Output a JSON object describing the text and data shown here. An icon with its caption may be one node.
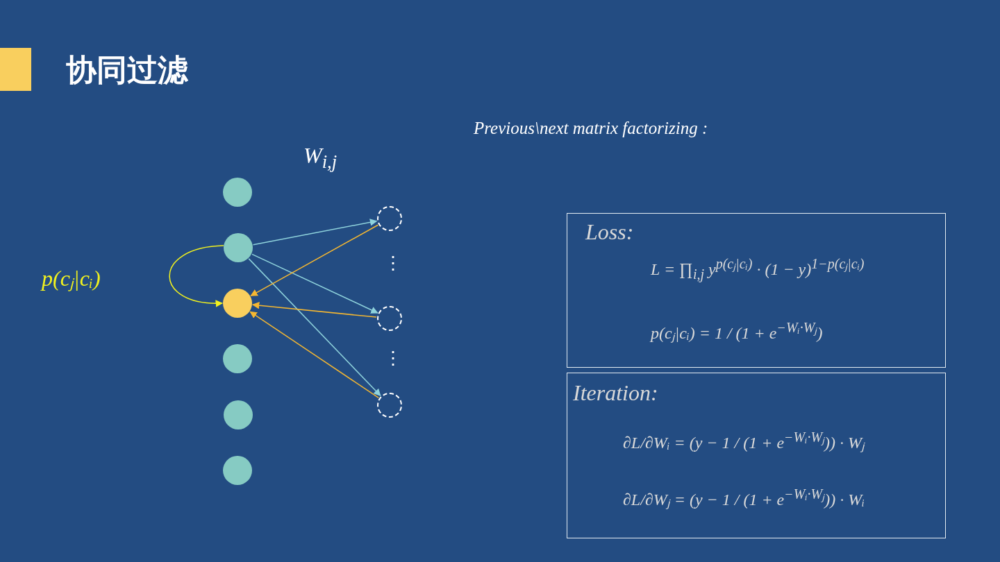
{
  "diagram": {
    "title": "协同过滤",
    "nodes": [
      {
        "text": [],
        "shape": "circle"
      },
      {
        "text": [],
        "shape": "circle"
      },
      {
        "text": [],
        "shape": "circle"
      },
      {
        "text": [],
        "shape": "circle"
      },
      {
        "text": [],
        "shape": "circle"
      },
      {
        "text": [],
        "shape": "circle"
      },
      {
        "text": [],
        "shape": "circle"
      },
      {
        "text": [],
        "shape": "circle"
      },
      {
        "text": [],
        "shape": "circle"
      },
      {
        "text": [
          "Loss:",
          "L = ∏$_{i,j}$ y$^{p(cⱼ|cᵢ)}$ · (1 − y)$^{1−p(cⱼ|cᵢ)}$",
          "p(cⱼ|cᵢ) = 1 / (1 + e$^{−Wᵢ·Wⱼ}$)"
        ]
      },
      {
        "text": [
          "Iteration:",
          "∂L/∂Wᵢ = (y − 1 / (1 + e$^{−Wᵢ·Wⱼ}$)) · Wⱼ",
          "∂L/∂Wⱼ = (y − 1 / (1 + e$^{−Wᵢ·Wⱼ}$)) · Wᵢ"
        ]
      }
    ],
    "edges": [
      {
        "from": 1,
        "to": 6,
        "arrow": "to",
        "color": "#8fd3dc"
      },
      {
        "from": 1,
        "to": 7,
        "arrow": "to",
        "color": "#8fd3dc"
      },
      {
        "from": 1,
        "to": 8,
        "arrow": "to",
        "color": "#8fd3dc"
      },
      {
        "from": 6,
        "to": 2,
        "arrow": "to",
        "color": "#f5b731"
      },
      {
        "from": 7,
        "to": 2,
        "arrow": "to",
        "color": "#f5b731"
      },
      {
        "from": 8,
        "to": 2,
        "arrow": "to",
        "color": "#f5b731"
      },
      {
        "from": 1,
        "to": 2,
        "arrow": "to",
        "color": "#f2f21e",
        "label": "p(cⱼ|cᵢ)"
      }
    ],
    "labels": [
      "Previous\\next matrix factorizing :",
      "W$_{i,j}$",
      "⋮",
      "⋮"
    ]
  }
}
